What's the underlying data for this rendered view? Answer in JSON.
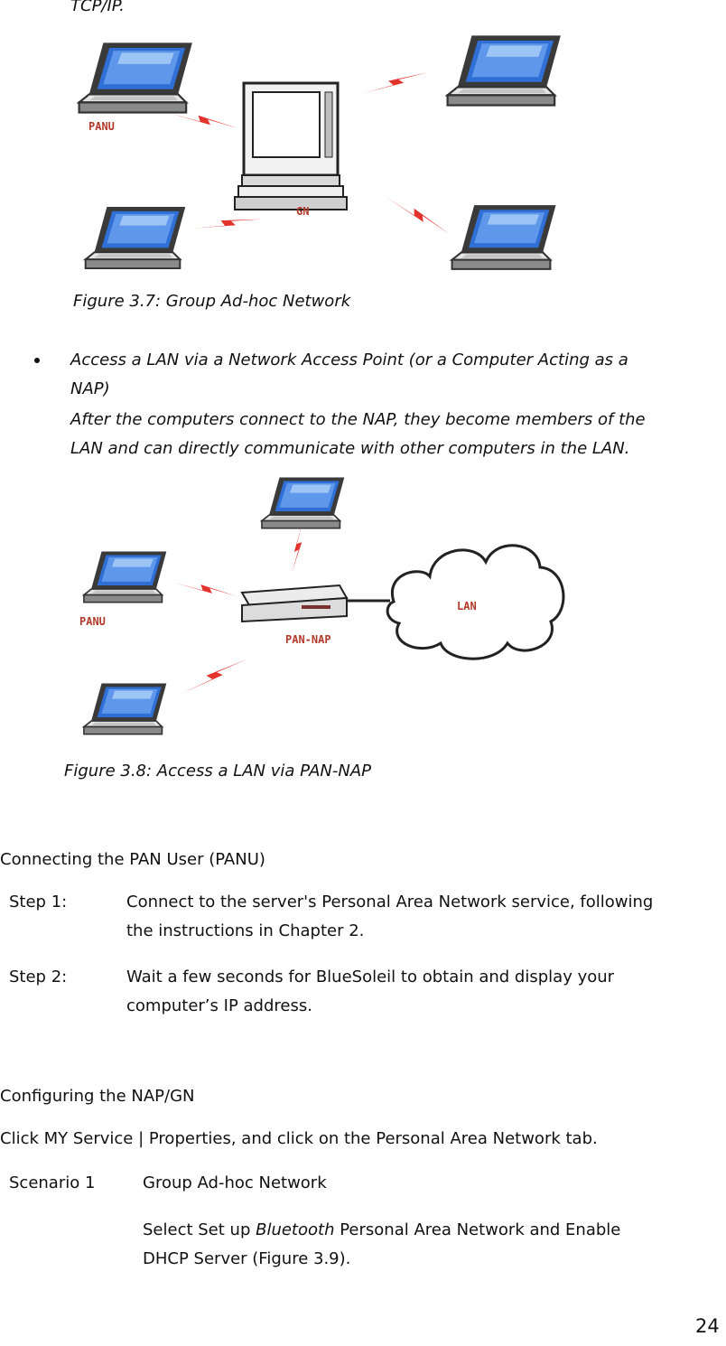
{
  "top_fragment": "TCP/IP.",
  "figure1": {
    "caption": "Figure 3.7: Group Ad-hoc Network",
    "label_panu": "PANU",
    "label_gn": "GN"
  },
  "bullet": {
    "title_line1": "Access a LAN via a Network Access Point (or a Computer Acting as a",
    "title_line2": "NAP)",
    "body_line1": "After the computers connect to the NAP, they become members of the",
    "body_line2": "LAN and can directly communicate with other computers in the LAN."
  },
  "figure2": {
    "caption": "Figure 3.8: Access a LAN via PAN-NAP",
    "label_panu": "PANU",
    "label_pan_nap": "PAN-NAP",
    "label_lan": "LAN"
  },
  "section1": {
    "heading": "Connecting the PAN User (PANU)",
    "steps": [
      {
        "label": "Step 1:",
        "line1": "Connect to the server's Personal Area Network service, following",
        "line2": "the instructions in Chapter 2."
      },
      {
        "label": "Step 2:",
        "line1": "Wait a few seconds for BlueSoleil to obtain and display your",
        "line2": "computer’s IP address."
      }
    ]
  },
  "section2": {
    "heading": "Configuring the NAP/GN",
    "intro": "Click MY Service | Properties, and click on the Personal Area Network tab.",
    "scenario_label": "Scenario 1",
    "scenario_title": "Group Ad-hoc Network",
    "select_prefix": "Select Set up ",
    "select_italic": "Bluetooth",
    "select_suffix": " Personal Area Network and Enable",
    "select_line2": "DHCP Server (Figure 3.9)."
  },
  "page_number": "24"
}
